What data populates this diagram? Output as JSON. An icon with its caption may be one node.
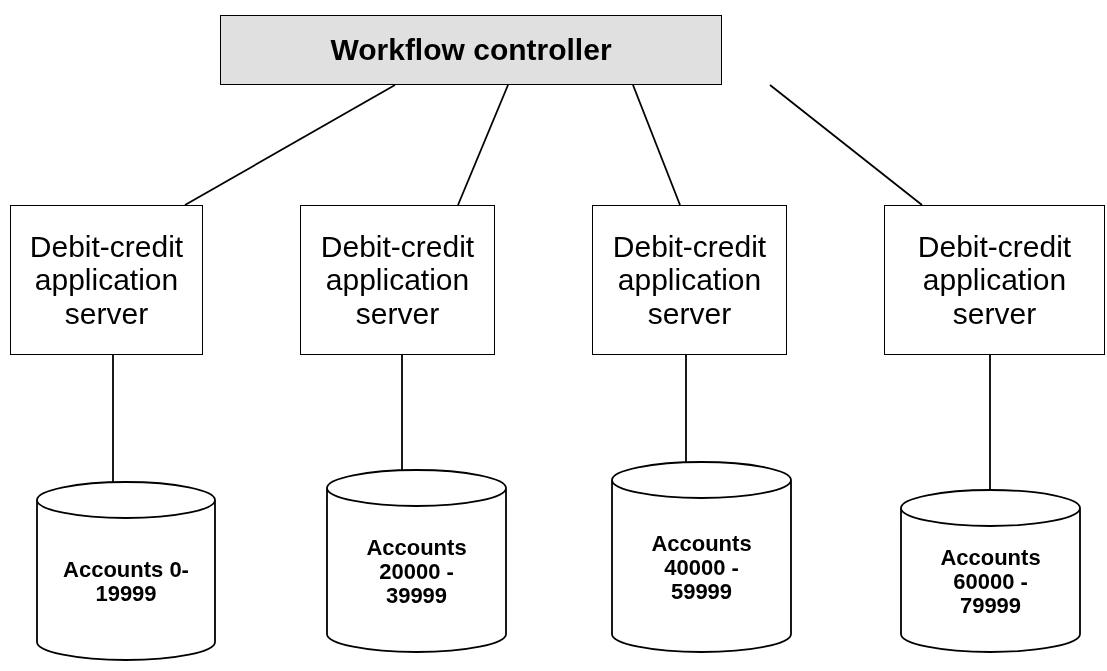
{
  "diagram": {
    "nodes": [
      {
        "text": [
          "Workflow controller"
        ]
      },
      {
        "text": [
          "Debit-credit application server"
        ]
      },
      {
        "text": [
          "Debit-credit application server"
        ]
      },
      {
        "text": [
          "Debit-credit application server"
        ]
      },
      {
        "text": [
          "Debit-credit application server"
        ]
      },
      {
        "text": [
          "Accounts 0-19999"
        ]
      },
      {
        "text": [
          "Accounts 20000 - 39999"
        ]
      },
      {
        "text": [
          "Accounts 40000 - 59999"
        ]
      },
      {
        "text": [
          "Accounts 60000 - 79999"
        ]
      }
    ],
    "edges": [
      {
        "from": 0,
        "to": 1,
        "arrow": "none"
      },
      {
        "from": 0,
        "to": 2,
        "arrow": "none"
      },
      {
        "from": 0,
        "to": 3,
        "arrow": "none"
      },
      {
        "from": 0,
        "to": 4,
        "arrow": "none"
      },
      {
        "from": 1,
        "to": 5,
        "arrow": "none"
      },
      {
        "from": 2,
        "to": 6,
        "arrow": "none"
      },
      {
        "from": 3,
        "to": 7,
        "arrow": "none"
      },
      {
        "from": 4,
        "to": 8,
        "arrow": "none"
      }
    ]
  }
}
